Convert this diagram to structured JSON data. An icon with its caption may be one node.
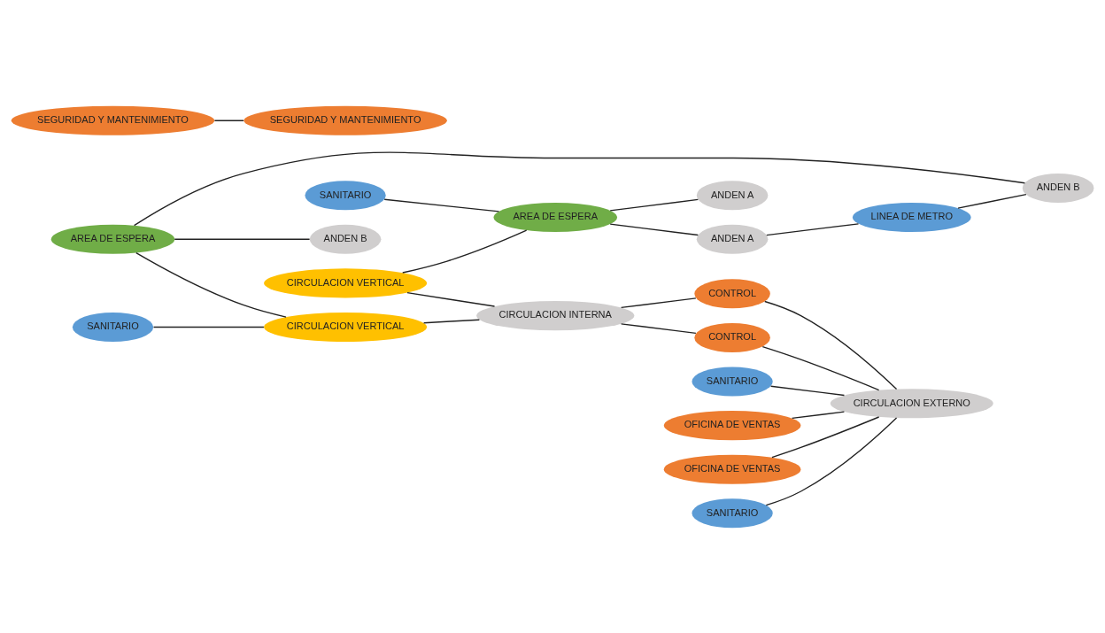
{
  "diagram": {
    "nodes": [
      {
        "text": [
          "SANITARIO"
        ]
      },
      {
        "text": [
          "SEGURIDAD Y MANTENIMIENTO"
        ]
      },
      {
        "text": [
          "CIRCULACION VERTICAL"
        ]
      },
      {
        "text": [
          "CIRCULACION INTERNA"
        ]
      },
      {
        "text": [
          "SANITARIO"
        ]
      },
      {
        "text": [
          "CIRCULACION EXTERNO"
        ]
      },
      {
        "text": [
          "CONTROL"
        ]
      },
      {
        "text": [
          "OFICINA DE VENTAS"
        ]
      },
      {
        "text": [
          "AREA DE ESPERA"
        ]
      },
      {
        "text": [
          "ANDEN A"
        ]
      },
      {
        "text": [
          "ANDEN A"
        ]
      },
      {
        "text": [
          "LINEA DE METRO"
        ]
      },
      {
        "text": [
          "ANDEN B"
        ]
      },
      {
        "text": [
          "ANDEN B"
        ]
      },
      {
        "text": [
          "OFICINA DE VENTAS"
        ]
      },
      {
        "text": [
          "AREA DE ESPERA"
        ]
      },
      {
        "text": [
          "SANITARIO"
        ]
      },
      {
        "text": [
          "SEGURIDAD Y MANTENIMIENTO"
        ]
      },
      {
        "text": [
          "CONTROL"
        ]
      },
      {
        "text": [
          "CIRCULACION VERTICAL"
        ]
      },
      {
        "text": [
          "SANITARIO"
        ]
      }
    ],
    "edges": [
      {
        "from": 0,
        "to": 8,
        "arrow": "none"
      },
      {
        "from": 2,
        "to": 8,
        "arrow": "none"
      },
      {
        "from": 2,
        "to": 3,
        "arrow": "none"
      },
      {
        "from": 1,
        "to": 17,
        "arrow": "none"
      },
      {
        "from": 4,
        "to": 5,
        "arrow": "none"
      },
      {
        "from": 3,
        "to": 6,
        "arrow": "none"
      },
      {
        "from": 6,
        "to": 5,
        "arrow": "none"
      },
      {
        "from": 7,
        "to": 5,
        "arrow": "none"
      },
      {
        "from": 8,
        "to": 9,
        "arrow": "none"
      },
      {
        "from": 8,
        "to": 10,
        "arrow": "none"
      },
      {
        "from": 10,
        "to": 11,
        "arrow": "none"
      },
      {
        "from": 11,
        "to": 13,
        "arrow": "none"
      },
      {
        "from": 15,
        "to": 12,
        "arrow": "none"
      },
      {
        "from": 15,
        "to": 13,
        "arrow": "none"
      },
      {
        "from": 14,
        "to": 5,
        "arrow": "none"
      },
      {
        "from": 15,
        "to": 19,
        "arrow": "none"
      },
      {
        "from": 16,
        "to": 19,
        "arrow": "none"
      },
      {
        "from": 3,
        "to": 18,
        "arrow": "none"
      },
      {
        "from": 18,
        "to": 5,
        "arrow": "none"
      },
      {
        "from": 19,
        "to": 3,
        "arrow": "none"
      },
      {
        "from": 20,
        "to": 5,
        "arrow": "none"
      }
    ]
  }
}
